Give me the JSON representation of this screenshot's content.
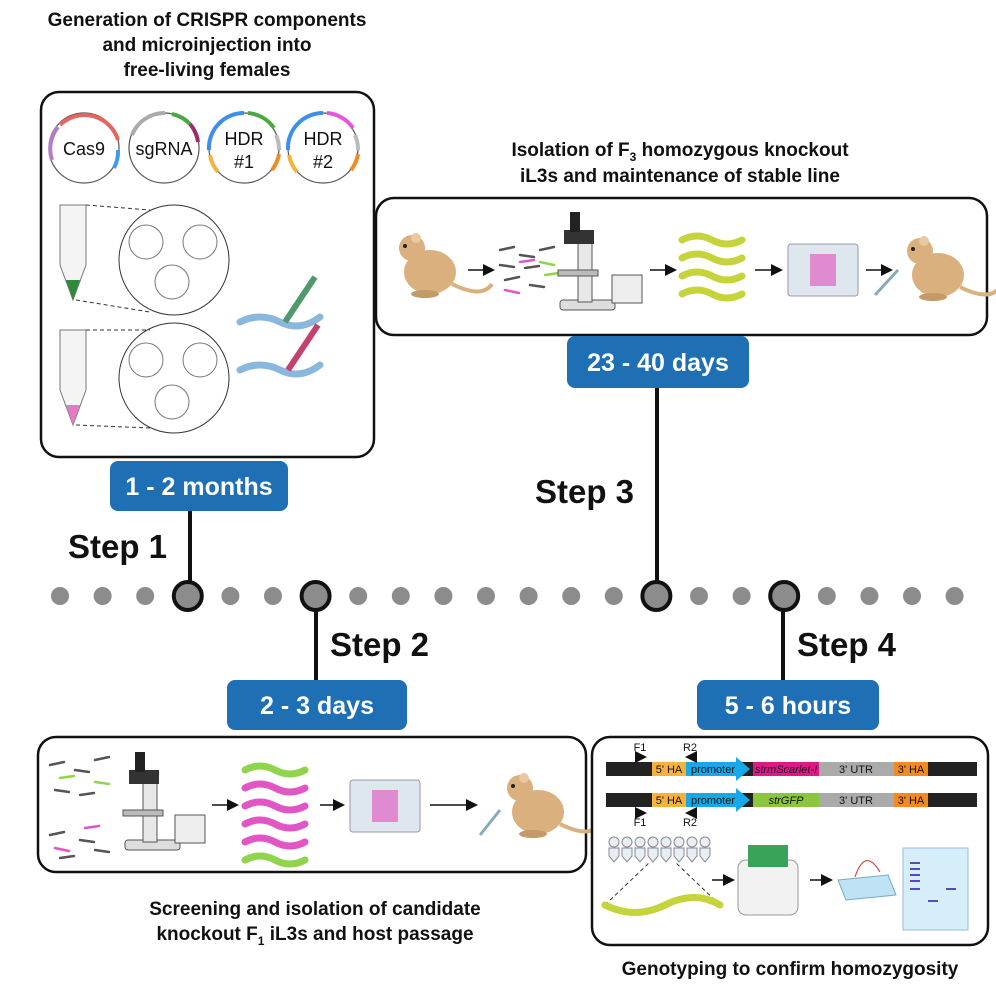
{
  "colors": {
    "badge": "#1f6fb5",
    "outline": "#111111",
    "dot": "#8c8c8c",
    "worm_pink": "#e255c4",
    "worm_green": "#8fd44a",
    "worm_yellow": "#c5d43a",
    "gerbil": "#d9b07e"
  },
  "step1": {
    "title_lines": [
      "Generation of CRISPR components",
      "and microinjection into",
      "free-living females"
    ],
    "plasmids": [
      "Cas9",
      "sgRNA",
      "HDR",
      "#1",
      "HDR",
      "#2"
    ],
    "duration": "1 - 2 months",
    "label": "Step 1"
  },
  "step2": {
    "title_lines": [
      "Screening and isolation of candidate",
      "knockout F",
      "1",
      " iL3s and host passage"
    ],
    "duration": "2 - 3 days",
    "label": "Step 2"
  },
  "step3": {
    "title_lines": [
      "Isolation of F",
      "3",
      " homozygous knockout",
      "iL3s and maintenance of stable line"
    ],
    "duration": "23 - 40 days",
    "label": "Step 3"
  },
  "step4": {
    "title": "Genotyping to confirm homozygosity",
    "duration": "5 - 6 hours",
    "label": "Step 4",
    "constructs": [
      {
        "segments": [
          "5' HA",
          "promoter",
          "strmScarlet-I",
          "3' UTR",
          "3' HA"
        ],
        "primers": [
          "F1",
          "R2"
        ]
      },
      {
        "segments": [
          "5' HA",
          "promoter",
          "strGFP",
          "3' UTR",
          "3' HA"
        ],
        "primers": [
          "F1",
          "R2"
        ]
      }
    ]
  }
}
